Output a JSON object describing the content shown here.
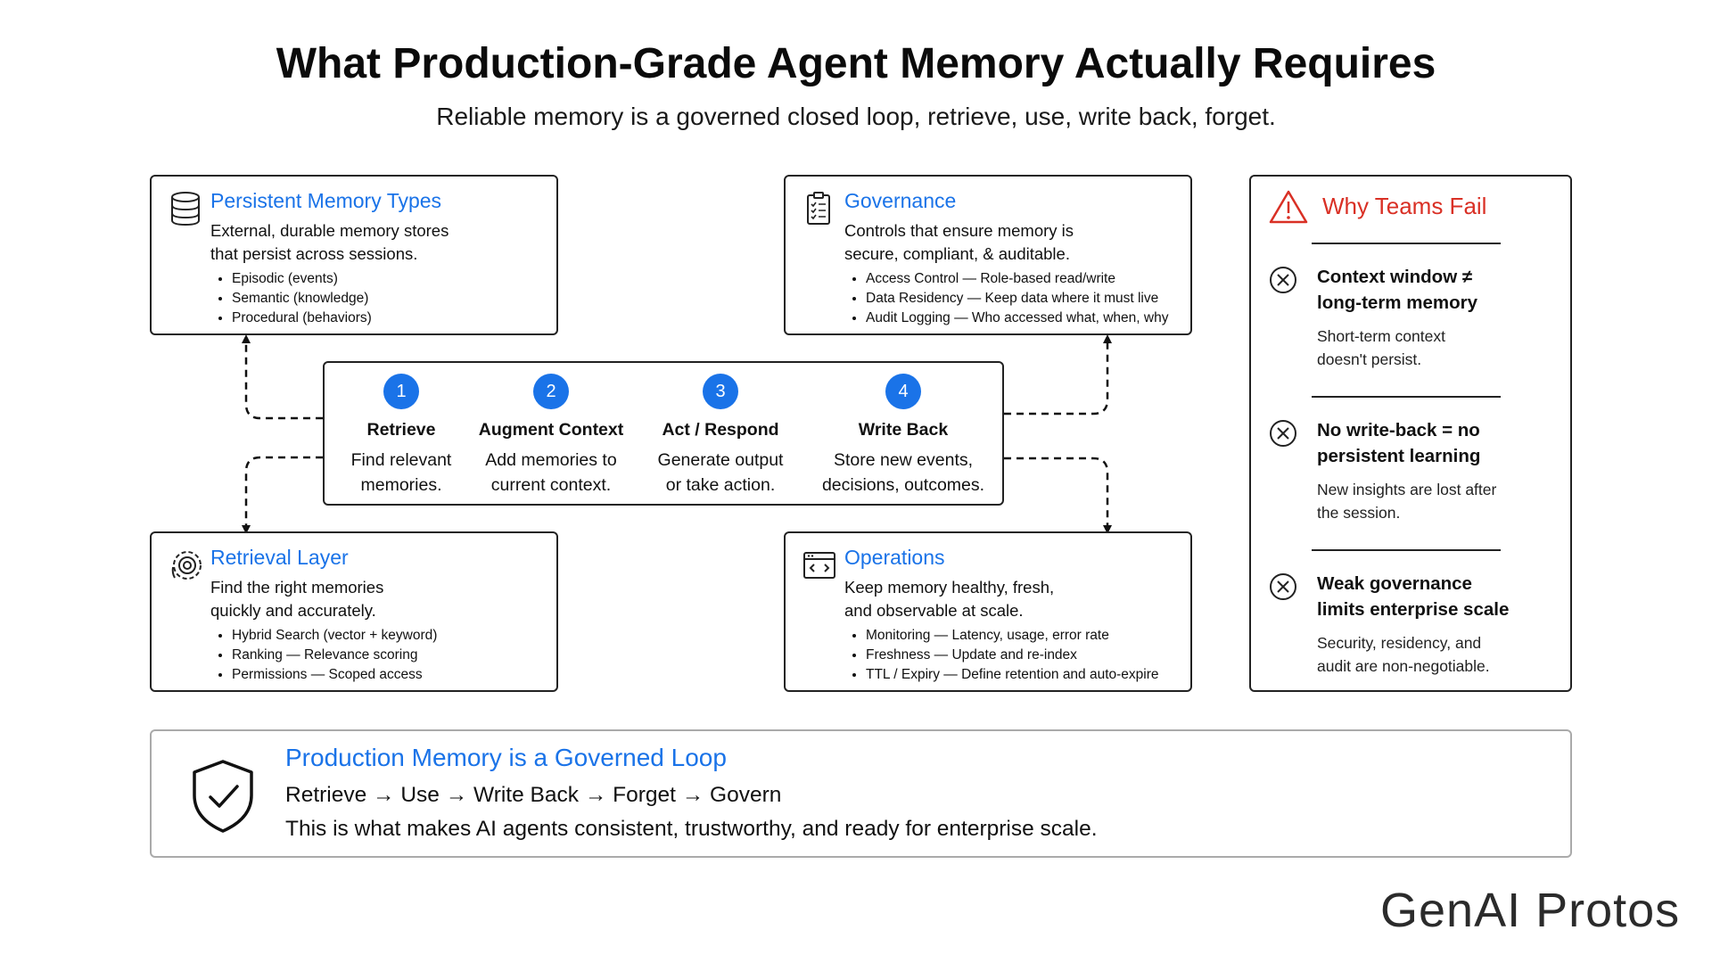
{
  "header": {
    "title": "What Production-Grade Agent Memory Actually Requires",
    "subtitle": "Reliable memory is a governed closed loop, retrieve, use, write back, forget."
  },
  "cards": {
    "memory": {
      "icon": "database-icon",
      "title": "Persistent Memory Types",
      "desc_line1": "External, durable memory stores",
      "desc_line2": "that persist across sessions.",
      "items": [
        "Episodic (events)",
        "Semantic (knowledge)",
        "Procedural (behaviors)"
      ]
    },
    "governance": {
      "icon": "checklist-icon",
      "title": "Governance",
      "desc_line1": "Controls that ensure memory is",
      "desc_line2": "secure, compliant, & auditable.",
      "items": [
        "Access Control — Role-based read/write",
        "Data Residency — Keep data where it must live",
        "Audit Logging — Who accessed what, when, why"
      ]
    },
    "retrieval": {
      "icon": "gear-search-icon",
      "title": "Retrieval Layer",
      "desc_line1": "Find the right memories",
      "desc_line2": "quickly and accurately.",
      "items": [
        "Hybrid Search (vector + keyword)",
        "Ranking — Relevance scoring",
        "Permissions — Scoped access"
      ]
    },
    "operations": {
      "icon": "code-window-icon",
      "title": "Operations",
      "desc_line1": "Keep memory healthy, fresh,",
      "desc_line2": "and observable at scale.",
      "items": [
        "Monitoring — Latency, usage, error rate",
        "Freshness — Update and re-index",
        "TTL / Expiry — Define retention and auto-expire"
      ]
    }
  },
  "loop": {
    "steps": [
      {
        "num": "1",
        "label": "Retrieve",
        "desc1": "Find relevant",
        "desc2": "memories."
      },
      {
        "num": "2",
        "label": "Augment Context",
        "desc1": "Add memories to",
        "desc2": "current context."
      },
      {
        "num": "3",
        "label": "Act / Respond",
        "desc1": "Generate output",
        "desc2": "or take action."
      },
      {
        "num": "4",
        "label": "Write Back",
        "desc1": "Store new events,",
        "desc2": "decisions, outcomes."
      }
    ]
  },
  "fail": {
    "title": "Why Teams Fail",
    "items": [
      {
        "head1": "Context window ≠",
        "head2": "long-term memory",
        "desc1": "Short-term context",
        "desc2": "doesn't persist."
      },
      {
        "head1": "No write-back = no",
        "head2": "persistent learning",
        "desc1": "New insights are lost after",
        "desc2": "the session."
      },
      {
        "head1": "Weak governance",
        "head2": "limits enterprise scale",
        "desc1": "Security, residency, and",
        "desc2": "audit are non-negotiable."
      }
    ]
  },
  "banner": {
    "title": "Production Memory is a Governed Loop",
    "flow": "Retrieve → Use → Write Back → Forget → Govern",
    "desc": "This is what makes AI agents consistent, trustworthy, and ready for enterprise scale."
  },
  "logo": {
    "text": "GenAI Protos"
  },
  "colors": {
    "accent": "#1a73e8",
    "danger": "#d93025",
    "border": "#222222"
  }
}
